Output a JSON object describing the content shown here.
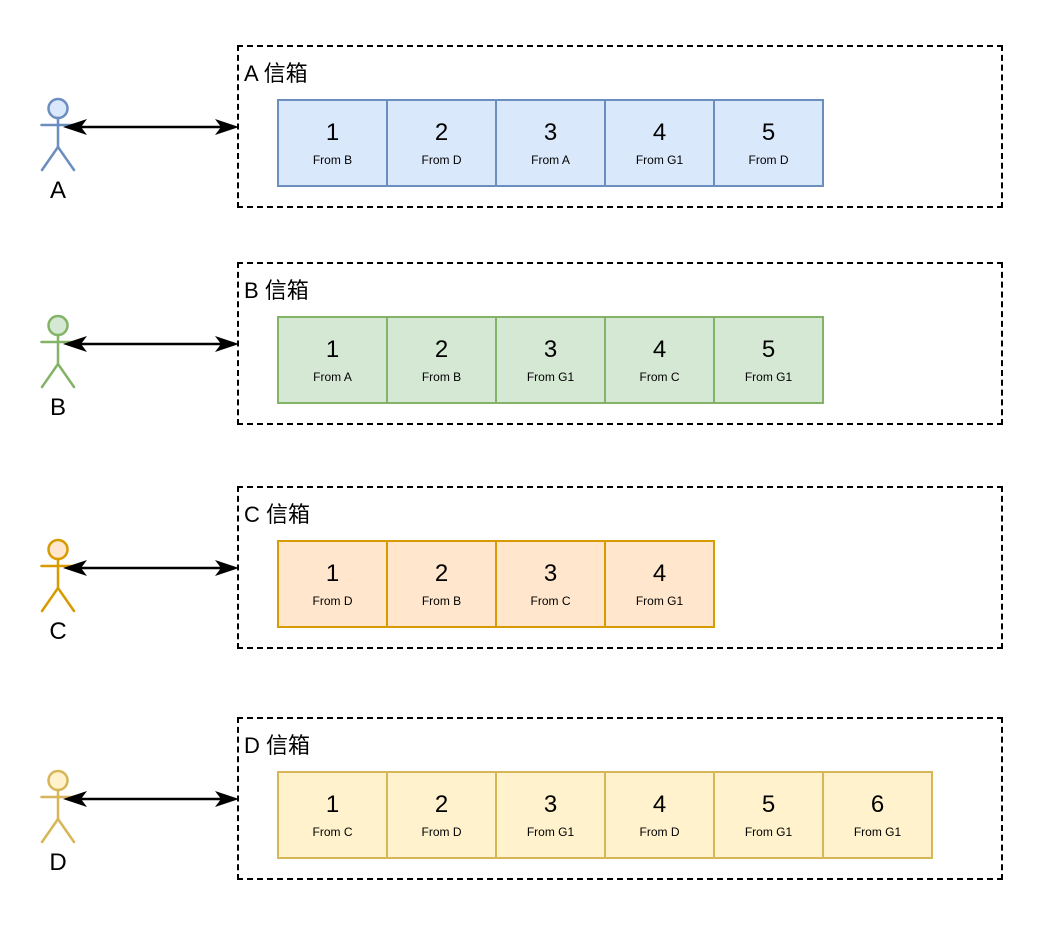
{
  "diagram": {
    "sections": [
      {
        "actor_label": "A",
        "title": "A 信箱",
        "colors": {
          "fill": "#dae8fc",
          "stroke": "#6c8ebf"
        },
        "cells": [
          {
            "number": "1",
            "from": "From B"
          },
          {
            "number": "2",
            "from": "From D"
          },
          {
            "number": "3",
            "from": "From A"
          },
          {
            "number": "4",
            "from": "From G1"
          },
          {
            "number": "5",
            "from": "From D"
          }
        ]
      },
      {
        "actor_label": "B",
        "title": "B 信箱",
        "colors": {
          "fill": "#d5e8d4",
          "stroke": "#82b366"
        },
        "cells": [
          {
            "number": "1",
            "from": "From A"
          },
          {
            "number": "2",
            "from": "From B"
          },
          {
            "number": "3",
            "from": "From G1"
          },
          {
            "number": "4",
            "from": "From C"
          },
          {
            "number": "5",
            "from": "From G1"
          }
        ]
      },
      {
        "actor_label": "C",
        "title": "C 信箱",
        "colors": {
          "fill": "#ffe6cc",
          "stroke": "#d79b00"
        },
        "cells": [
          {
            "number": "1",
            "from": "From D"
          },
          {
            "number": "2",
            "from": "From B"
          },
          {
            "number": "3",
            "from": "From C"
          },
          {
            "number": "4",
            "from": "From G1"
          }
        ]
      },
      {
        "actor_label": "D",
        "title": "D 信箱",
        "colors": {
          "fill": "#fff2cc",
          "stroke": "#d6b656"
        },
        "cells": [
          {
            "number": "1",
            "from": "From C"
          },
          {
            "number": "2",
            "from": "From D"
          },
          {
            "number": "3",
            "from": "From G1"
          },
          {
            "number": "4",
            "from": "From D"
          },
          {
            "number": "5",
            "from": "From G1"
          },
          {
            "number": "6",
            "from": "From G1"
          }
        ]
      }
    ]
  }
}
